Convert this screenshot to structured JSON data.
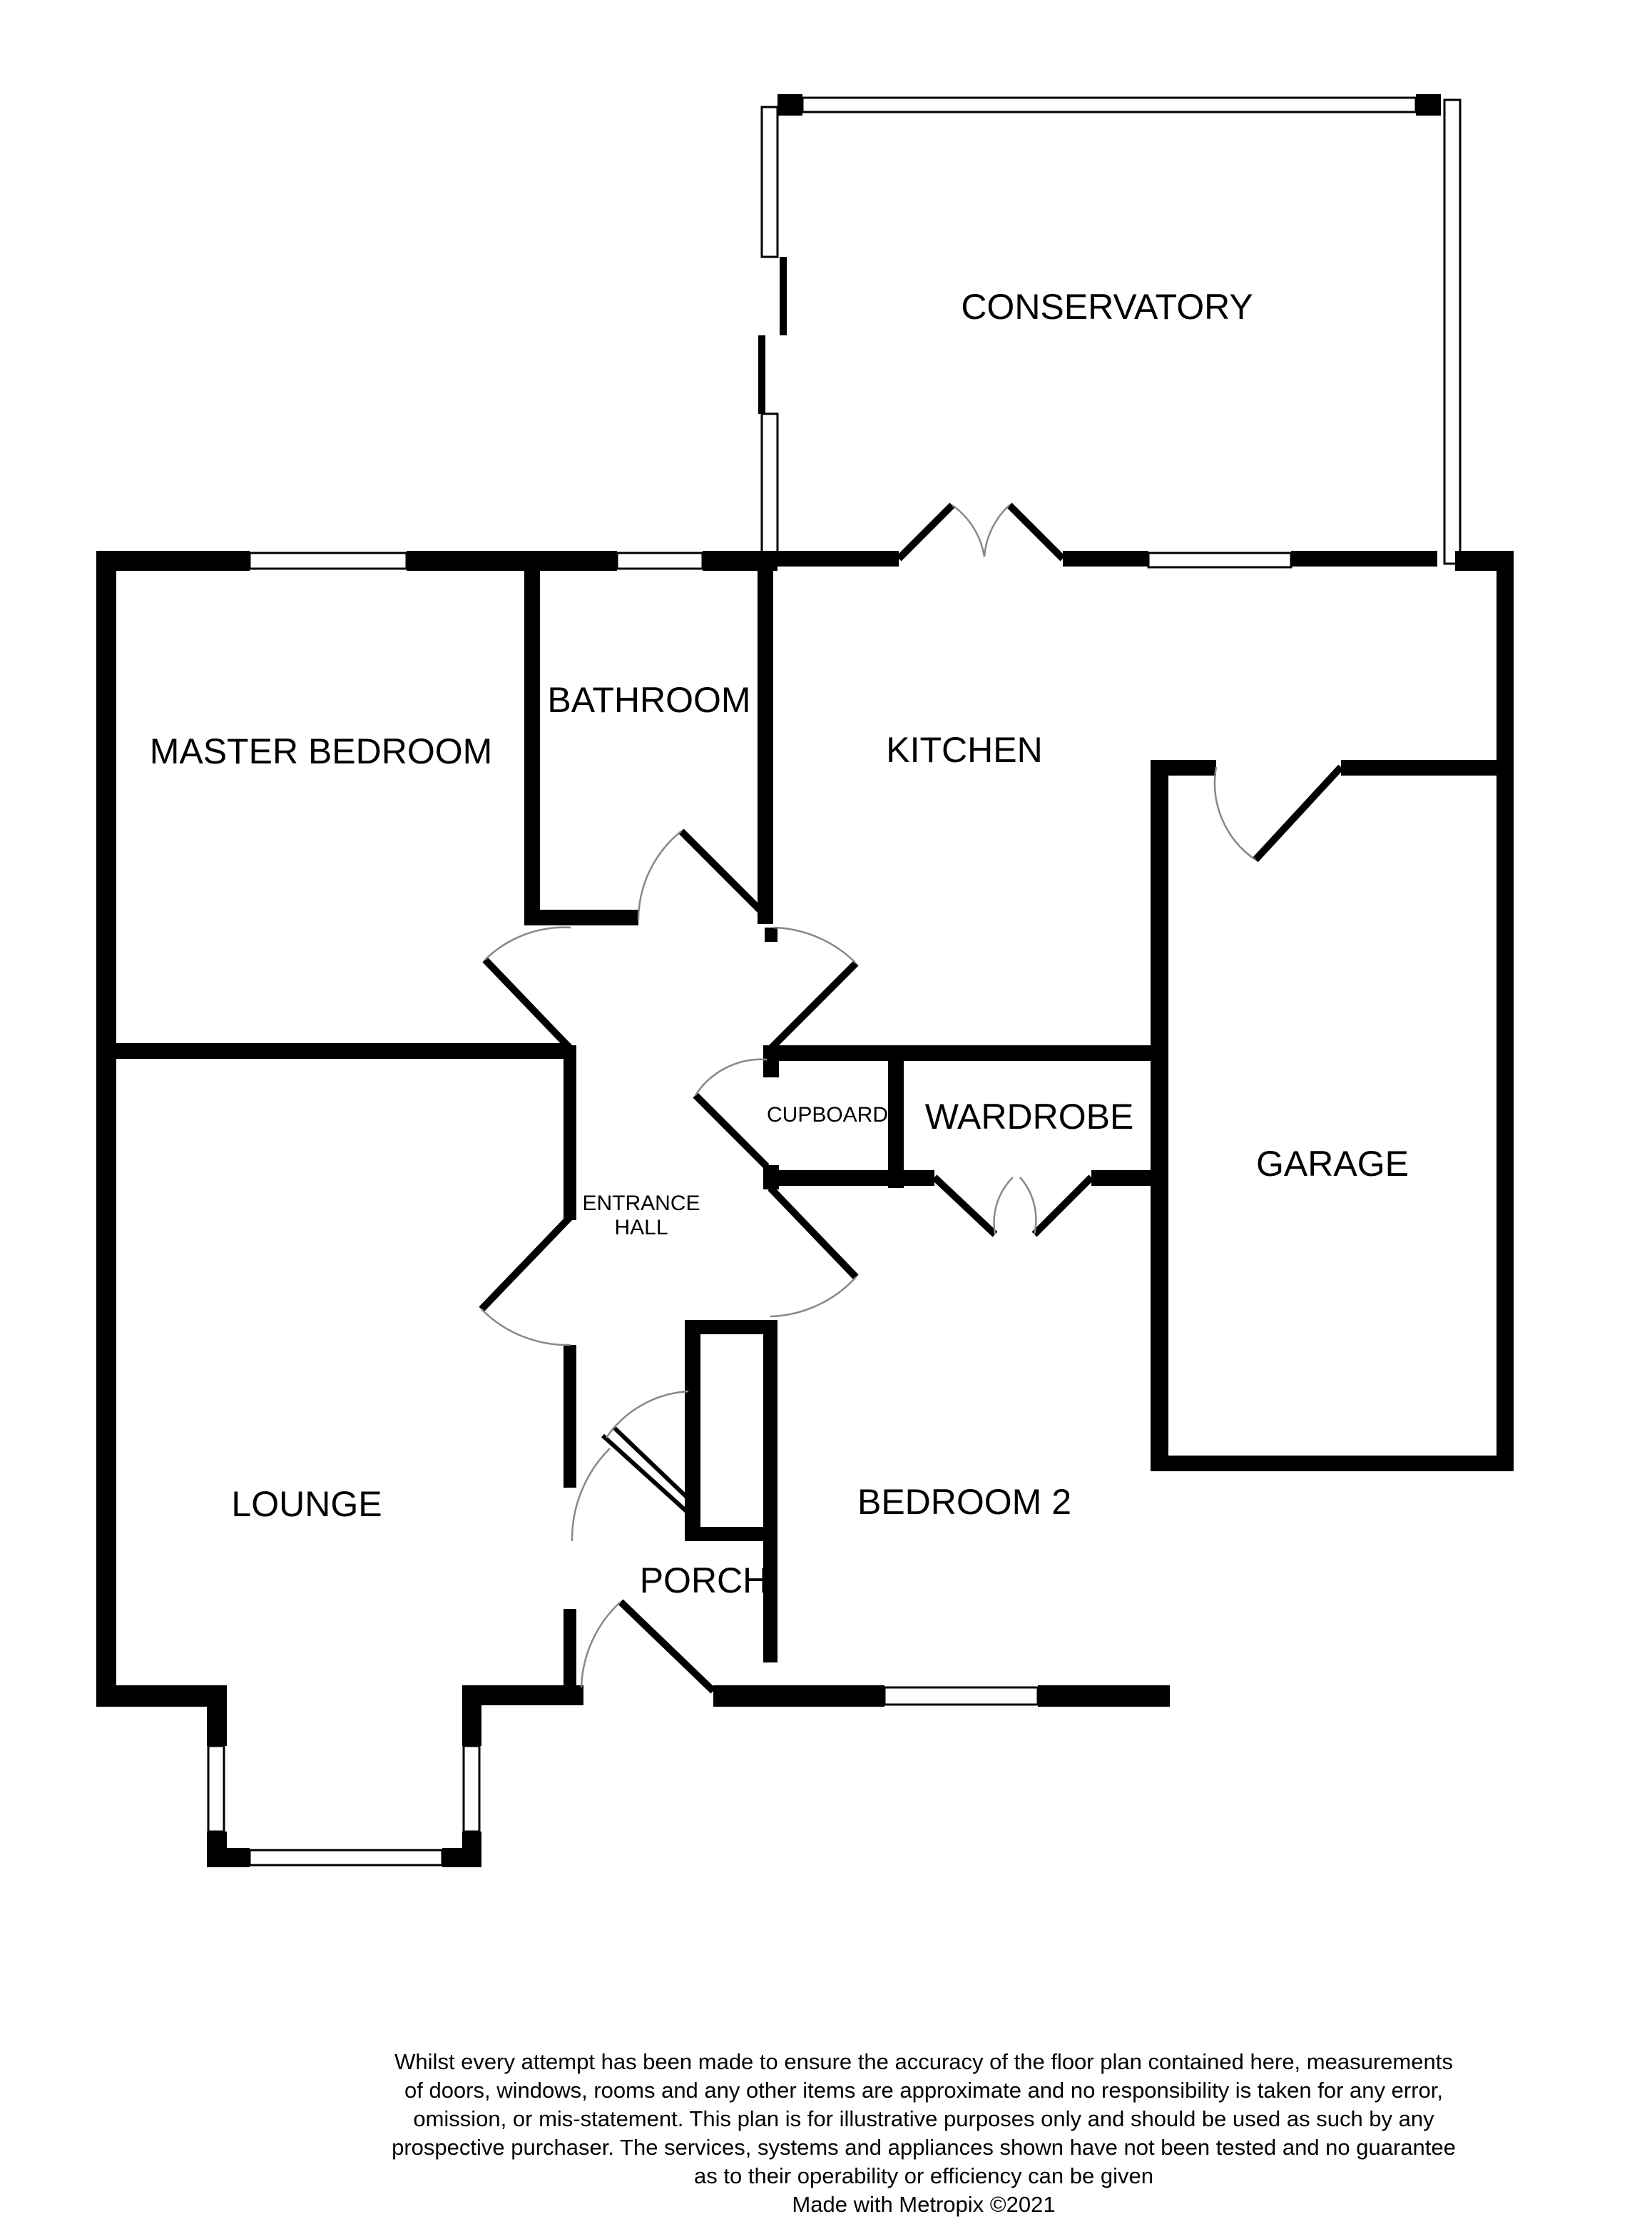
{
  "rooms": {
    "conservatory": "CONSERVATORY",
    "master_bedroom": "MASTER BEDROOM",
    "bathroom": "BATHROOM",
    "kitchen": "KITCHEN",
    "cupboard": "CUPBOARD",
    "wardrobe": "WARDROBE",
    "garage": "GARAGE",
    "entrance_hall_line1": "ENTRANCE",
    "entrance_hall_line2": "HALL",
    "lounge": "LOUNGE",
    "bedroom_2": "BEDROOM 2",
    "porch": "PORCH"
  },
  "disclaimer": {
    "lines": [
      "Whilst every attempt has been made to ensure the accuracy of the floor plan contained here, measurements",
      "of doors, windows, rooms and any other items are approximate and no responsibility is taken for any error,",
      "omission, or mis-statement. This plan is for illustrative purposes only and should be used as such by any",
      "prospective purchaser. The services, systems and appliances shown have not been tested and no guarantee",
      "as to their operability or efficiency can be given"
    ],
    "credit": "Made with Metropix ©2021"
  }
}
